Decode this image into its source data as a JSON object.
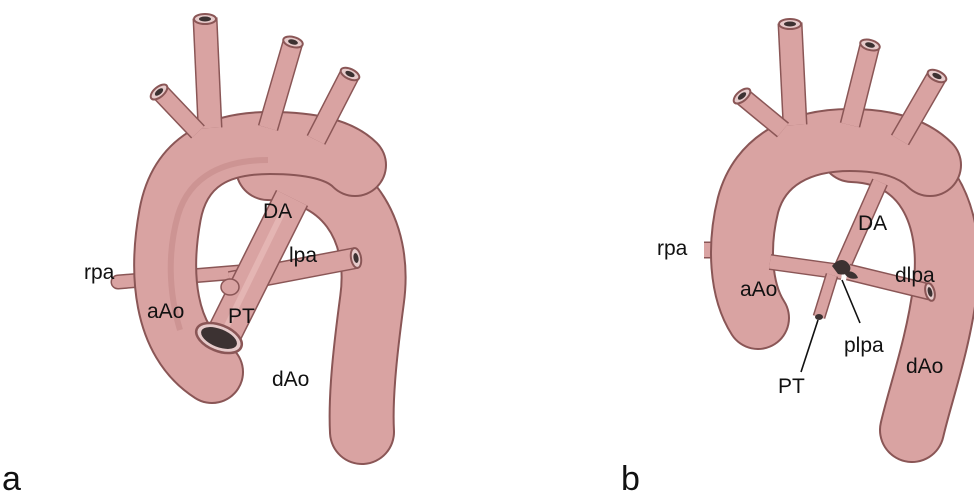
{
  "panels": [
    {
      "label": "a",
      "structures": {
        "rpa": "rpa",
        "aAo": "aAo",
        "PT": "PT",
        "DA": "DA",
        "lpa": "lpa",
        "dAo": "dAo"
      }
    },
    {
      "label": "b",
      "structures": {
        "rpa": "rpa",
        "aAo": "aAo",
        "DA": "DA",
        "dlpa": "dlpa",
        "plpa": "plpa",
        "PT": "PT",
        "dAo": "dAo"
      }
    }
  ],
  "colors": {
    "vessel_fill": "#d9a3a2",
    "vessel_outline": "#8a5656",
    "vessel_dark": "#b37f7f",
    "lumen_dark": "#3c3232",
    "ring_light": "#e6caca"
  }
}
